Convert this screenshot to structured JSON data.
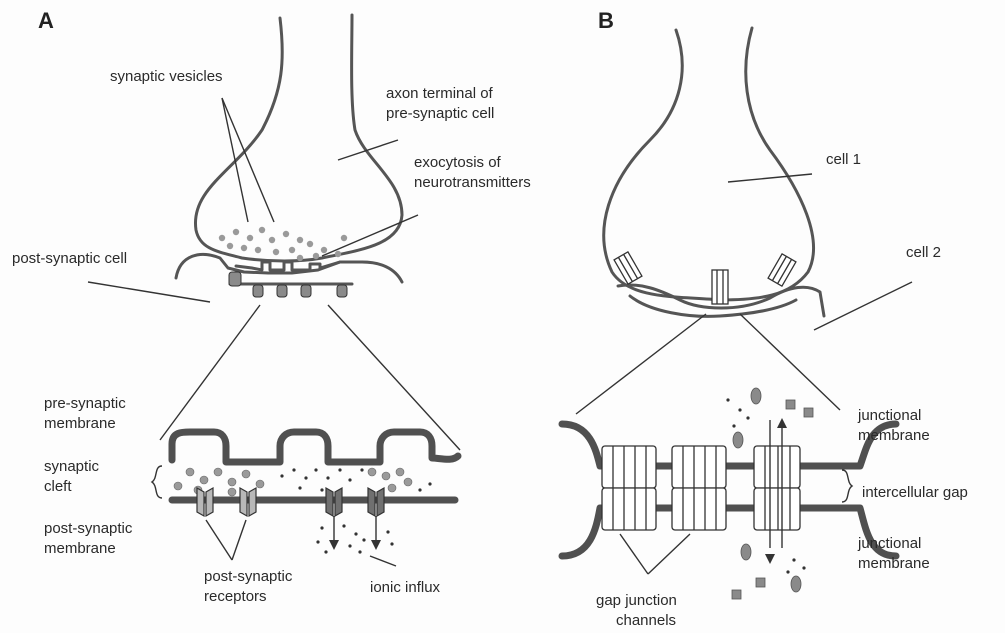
{
  "panels": {
    "a": {
      "letter": "A",
      "labels": {
        "synaptic_vesicles": "synaptic vesicles",
        "axon_terminal_1": "axon terminal of",
        "axon_terminal_2": "pre-synaptic cell",
        "exocytosis_1": "exocytosis of",
        "exocytosis_2": "neurotransmitters",
        "post_synaptic_cell": "post-synaptic cell",
        "pre_membrane_1": "pre-synaptic",
        "pre_membrane_2": "membrane",
        "cleft_1": "synaptic",
        "cleft_2": "cleft",
        "post_membrane_1": "post-synaptic",
        "post_membrane_2": "membrane",
        "receptors_1": "post-synaptic",
        "receptors_2": "receptors",
        "ionic_influx": "ionic influx"
      }
    },
    "b": {
      "letter": "B",
      "labels": {
        "cell1": "cell 1",
        "cell2": "cell 2",
        "junctional_top_1": "junctional",
        "junctional_top_2": "membrane",
        "intercellular_gap": "intercellular gap",
        "junctional_bottom_1": "junctional",
        "junctional_bottom_2": "membrane",
        "gap_channels_1": "gap junction",
        "gap_channels_2": "channels"
      }
    }
  },
  "colors": {
    "line": "#333333",
    "membrane": "#505050",
    "vesicle": "#9a9a9a",
    "channel_fill": "#ffffff"
  }
}
